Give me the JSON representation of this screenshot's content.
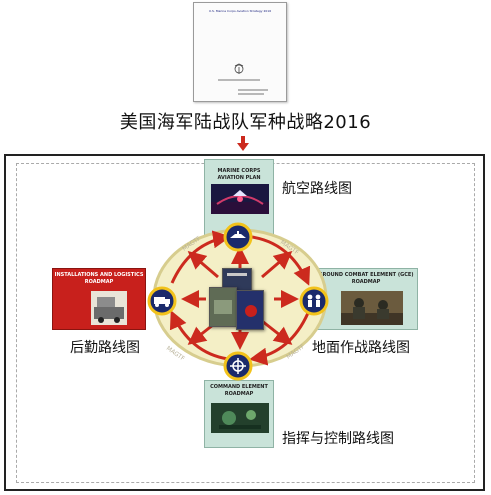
{
  "document_cover": {
    "title": "U.S. Marine Corps Aviation Strategy 2016",
    "subtitle": "United States Marine Corps"
  },
  "main_title": "美国海军陆战队军种战略2016",
  "center": {
    "ring_label": "MAGTF",
    "books_label": "MAGTF"
  },
  "panels": {
    "aviation": {
      "label": "MARINE CORPS AVIATION PLAN",
      "caption": "航空路线图"
    },
    "logistics": {
      "label": "INSTALLATIONS AND LOGISTICS ROADMAP",
      "caption": "后勤路线图"
    },
    "ground": {
      "label": "GROUND COMBAT ELEMENT (GCE) ROADMAP",
      "caption": "地面作战路线图"
    },
    "command": {
      "label": "COMMAND ELEMENT ROADMAP",
      "caption": "指挥与控制路线图"
    }
  },
  "colors": {
    "panel_teal": "#c9e3d9",
    "logistics_red": "#c8201c",
    "arrow_red": "#cc2a1e",
    "ellipse_fill": "#f4efc6",
    "ellipse_border": "#d7cd8e",
    "node_navy": "#1b2a6b",
    "node_ring": "#f2c21a"
  },
  "icons": {
    "top_node": "aircraft-icon",
    "left_node": "truck-icon",
    "right_node": "soldiers-icon",
    "bottom_node": "command-icon"
  }
}
